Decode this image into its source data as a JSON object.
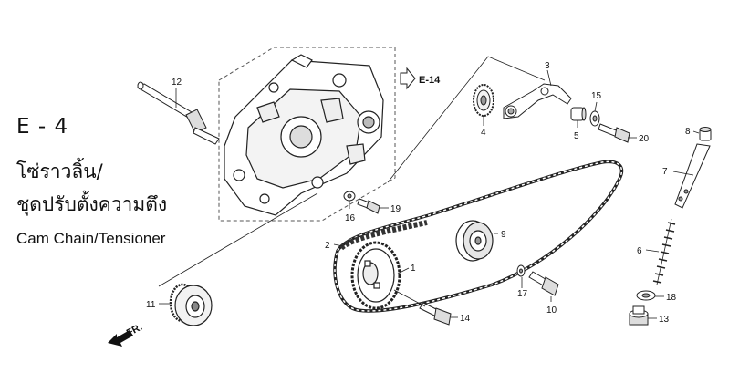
{
  "section_code": "E - 4",
  "title_thai_line1": "โซ่ราวลิ้น/",
  "title_thai_line2": "ชุดปรับตั้งความตึง",
  "title_english": "Cam Chain/Tensioner",
  "ref_arrow": "E-14",
  "front_arrow": "FR.",
  "callouts": [
    "1",
    "2",
    "3",
    "4",
    "5",
    "6",
    "7",
    "8",
    "9",
    "10",
    "11",
    "12",
    "13",
    "14",
    "15",
    "16",
    "17",
    "18",
    "19",
    "20"
  ]
}
